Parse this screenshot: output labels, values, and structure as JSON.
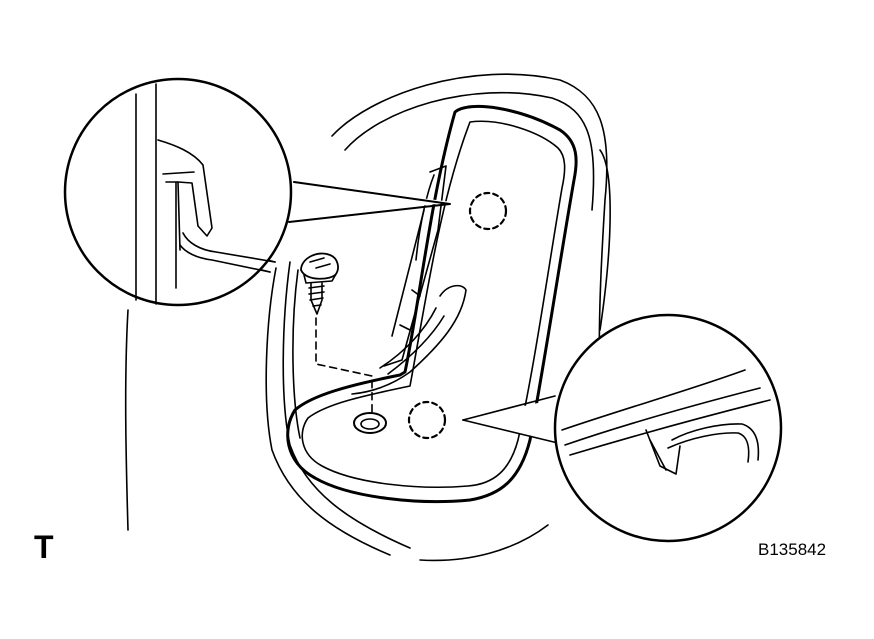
{
  "diagram": {
    "corner_mark": "T",
    "figure_code": "B135842",
    "stroke_color": "#000000",
    "background_color": "#ffffff",
    "parts": [
      "door-panel-outline",
      "armrest-trim-panel",
      "mounting-screw",
      "clip-location-upper",
      "clip-location-lower",
      "zoom-detail-upper-clip",
      "zoom-detail-lower-claw"
    ]
  }
}
